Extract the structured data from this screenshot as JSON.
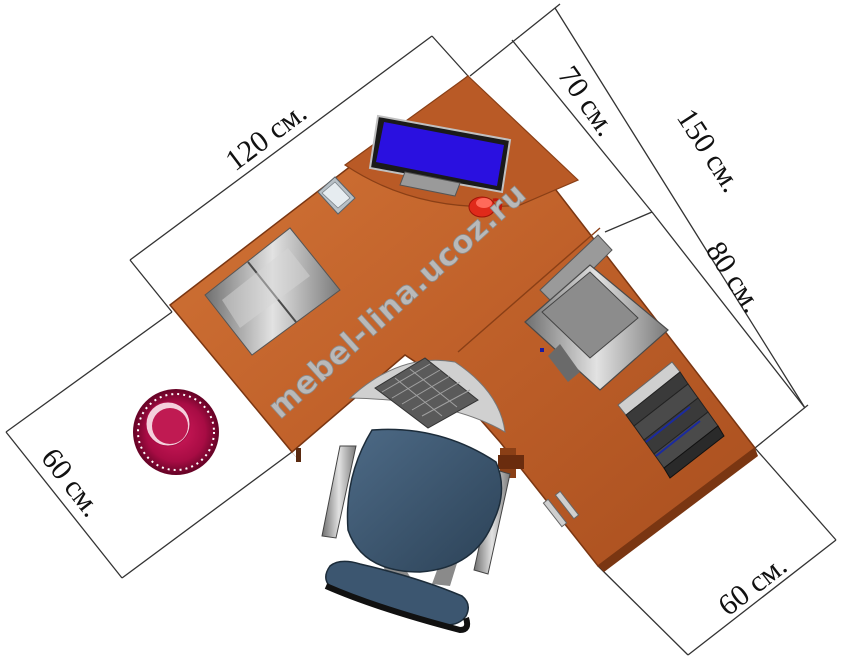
{
  "dimensions": {
    "top_width": "120 см.",
    "top_right_depth": "70 см.",
    "right_total": "150 см.",
    "right_segment": "80 см.",
    "left_depth": "60 см.",
    "bottom_right_depth": "60 см."
  },
  "watermark": "mebel-lina.ucoz.ru",
  "colors": {
    "desk": "#c4662c",
    "desk_dark": "#8a3f16",
    "monitor_screen": "#2a10e0",
    "cup": "#e02a1a",
    "bin": "#b0104a",
    "chair": "#3c5670"
  }
}
